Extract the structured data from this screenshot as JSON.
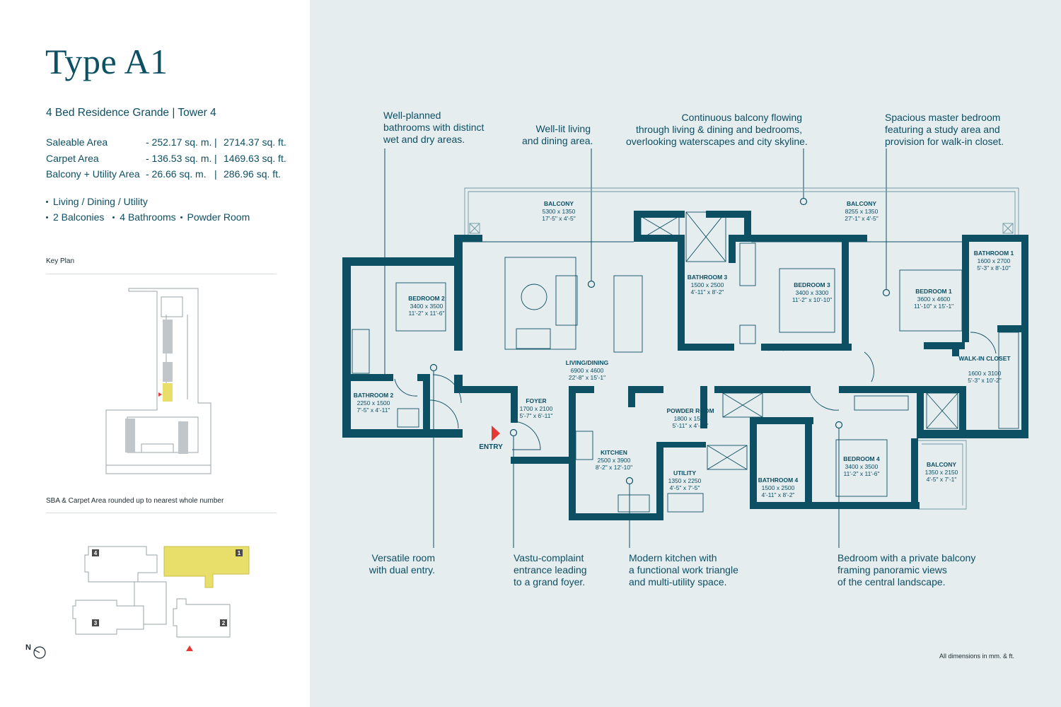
{
  "header": {
    "title": "Type A1",
    "subtitle": "4 Bed Residence Grande  |  Tower 4"
  },
  "areas": [
    {
      "label": "Saleable Area",
      "sqm": "- 252.17 sq. m.",
      "sqft": "2714.37 sq. ft."
    },
    {
      "label": "Carpet Area",
      "sqm": "- 136.53 sq. m.",
      "sqft": "1469.63 sq. ft."
    },
    {
      "label": "Balcony + Utility Area",
      "sqm": "- 26.66 sq. m.",
      "sqft": "286.96 sq. ft."
    }
  ],
  "features": [
    "Living / Dining / Utility",
    "2 Balconies",
    "4 Bathrooms",
    "Powder Room"
  ],
  "key_plan_label": "Key Plan",
  "rounding_note": "SBA & Carpet Area rounded up to nearest whole number",
  "north_label": "N",
  "tower_numbers": [
    "1",
    "2",
    "3",
    "4"
  ],
  "callouts": {
    "bathrooms": [
      "Well-planned",
      "bathrooms with distinct",
      "wet and dry areas."
    ],
    "living": [
      "Well-lit living",
      "and dining area."
    ],
    "balcony": [
      "Continuous balcony flowing",
      "through living & dining and bedrooms,",
      "overlooking waterscapes and city skyline."
    ],
    "master": [
      "Spacious master bedroom",
      "featuring a study area and",
      "provision for walk-in closet."
    ],
    "versatile": [
      "Versatile room",
      "with dual entry."
    ],
    "vastu": [
      "Vastu-complaint",
      "entrance leading",
      "to a grand foyer."
    ],
    "kitchen": [
      "Modern kitchen with",
      "a functional work triangle",
      "and multi-utility space."
    ],
    "bedroom4": [
      "Bedroom with a private balcony",
      "framing panoramic views",
      "of the central landscape."
    ]
  },
  "rooms": [
    {
      "name": "BALCONY",
      "mm": "5300 x 1350",
      "ft": "17'-5\" x 4'-5\""
    },
    {
      "name": "BALCONY",
      "mm": "8255 x 1350",
      "ft": "27'-1\" x 4'-5\""
    },
    {
      "name": "BEDROOM 2",
      "mm": "3400 x 3500",
      "ft": "11'-2\" x 11'-6\""
    },
    {
      "name": "BATHROOM 3",
      "mm": "1500 x 2500",
      "ft": "4'-11\" x 8'-2\""
    },
    {
      "name": "BEDROOM 3",
      "mm": "3400 x 3300",
      "ft": "11'-2\" x 10'-10\""
    },
    {
      "name": "BEDROOM 1",
      "mm": "3600 x 4600",
      "ft": "11'-10\" x 15'-1\""
    },
    {
      "name": "BATHROOM 1",
      "mm": "1600 x 2700",
      "ft": "5'-3\" x 8'-10\""
    },
    {
      "name": "LIVING/DINING",
      "mm": "6900 x 4600",
      "ft": "22'-8\" x 15'-1\""
    },
    {
      "name": "WALK-IN CLOSET",
      "mm": "1600 x 3100",
      "ft": "5'-3\" x 10'-2\""
    },
    {
      "name": "BATHROOM 2",
      "mm": "2250 x 1500",
      "ft": "7'-5\" x 4'-11\""
    },
    {
      "name": "FOYER",
      "mm": "1700 x 2100",
      "ft": "5'-7\" x 6'-11\""
    },
    {
      "name": "POWDER ROOM",
      "mm": "1800 x 1500",
      "ft": "5'-11\" x 4'-11\""
    },
    {
      "name": "KITCHEN",
      "mm": "2500 x 3900",
      "ft": "8'-2\" x 12'-10\""
    },
    {
      "name": "UTILITY",
      "mm": "1350 x 2250",
      "ft": "4'-5\" x 7'-5\""
    },
    {
      "name": "BATHROOM 4",
      "mm": "1500 x 2500",
      "ft": "4'-11\" x 8'-2\""
    },
    {
      "name": "BEDROOM 4",
      "mm": "3400 x 3500",
      "ft": "11'-2\" x 11'-6\""
    },
    {
      "name": "BALCONY",
      "mm": "1350 x 2150",
      "ft": "4'-5\" x 7'-1\""
    }
  ],
  "entry_label": "ENTRY",
  "dimension_note": "All dimensions in mm. & ft.",
  "colors": {
    "wall": "#0d4f63",
    "background": "#e5edef",
    "highlight": "#e8df6a",
    "entry": "#e53935"
  }
}
